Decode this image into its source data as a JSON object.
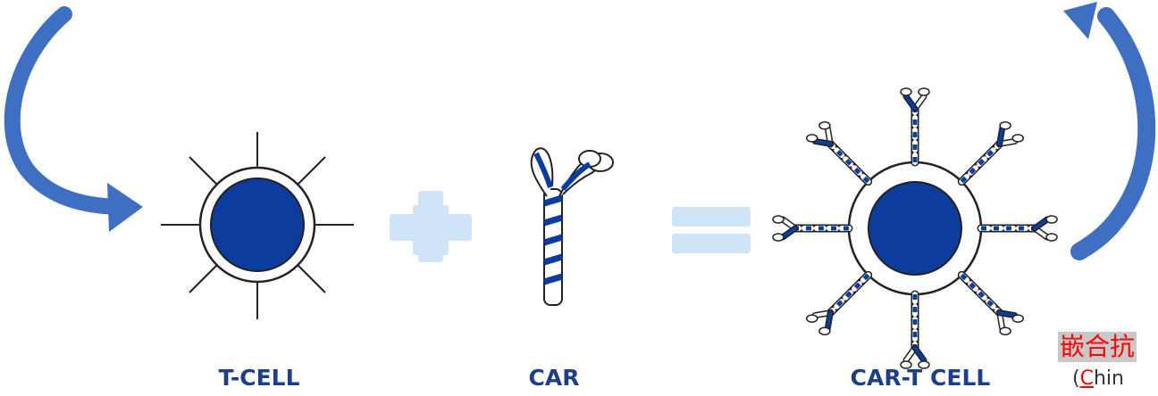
{
  "labels": {
    "t_cell": "T-CELL",
    "car": "CAR",
    "car_t_cell": "CAR-T CELL"
  },
  "caption": {
    "chinese_fragment": "嵌合抗",
    "english_paren": "(",
    "english_highlight_letter": "C",
    "english_rest": "hin"
  },
  "colors": {
    "nucleus": "#0c3c9e",
    "arrow": "#3f6fc3",
    "operator": "#cfe4f7",
    "label": "#1d3f8a",
    "caption_red": "#ff0000",
    "caption_bg": "#c8c8c8"
  },
  "icons": {
    "plus": "plus-sign",
    "equals": "equals-sign",
    "left_arrow": "curved-arrow-left",
    "right_arrow": "curved-arrow-right"
  }
}
